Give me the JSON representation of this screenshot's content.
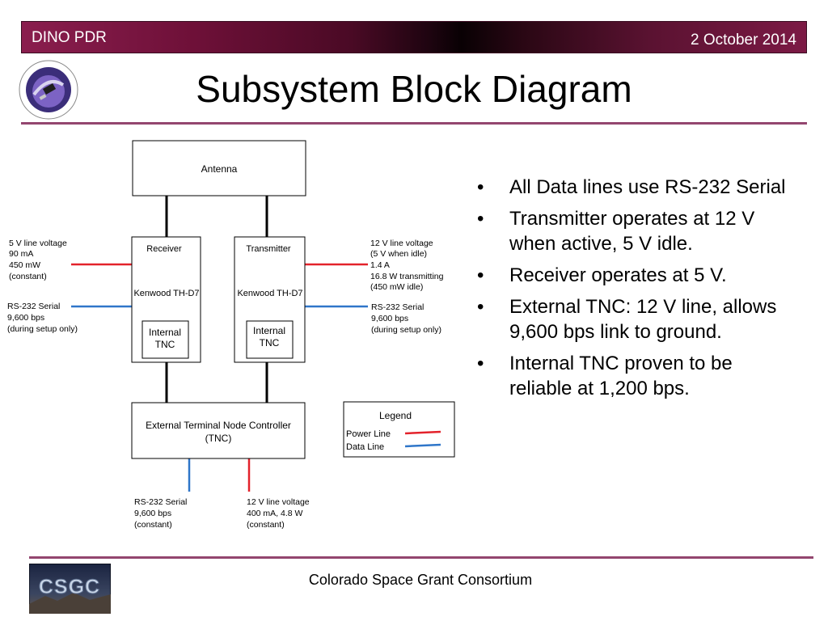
{
  "header": {
    "left_label": "DINO PDR",
    "date": "2 October 2014"
  },
  "title": "Subsystem Block Diagram",
  "diagram": {
    "antenna": "Antenna",
    "receiver": {
      "label": "Receiver",
      "model": "Kenwood TH-D7",
      "tnc": [
        "Internal",
        "TNC"
      ]
    },
    "transmitter": {
      "label": "Transmitter",
      "model": "Kenwood TH-D7",
      "tnc": [
        "Internal",
        "TNC"
      ]
    },
    "external_tnc": [
      "External Terminal Node Controller",
      "(TNC)"
    ],
    "receiver_power": [
      "5 V line voltage",
      "90 mA",
      "450 mW",
      "(constant)"
    ],
    "receiver_data": [
      "RS-232 Serial",
      "9,600 bps",
      "(during setup only)"
    ],
    "transmitter_power": [
      "12 V line voltage",
      "(5 V when idle)",
      "1.4 A",
      "16.8 W transmitting",
      "(450 mW idle)"
    ],
    "transmitter_data": [
      "RS-232 Serial",
      "9,600 bps",
      "(during setup only)"
    ],
    "tnc_data": [
      "RS-232 Serial",
      "9,600 bps",
      "(constant)"
    ],
    "tnc_power": [
      "12 V line voltage",
      "400 mA, 4.8 W",
      "(constant)"
    ],
    "legend": {
      "title": "Legend",
      "power": "Power Line",
      "data": "Data Line"
    },
    "colors": {
      "power_line": "#e3222b",
      "data_line": "#2f76c9",
      "box_border": "#000000"
    }
  },
  "bullets": [
    "All Data lines use RS-232 Serial",
    "Transmitter operates at 12 V when active, 5 V idle.",
    "Receiver operates at 5 V.",
    "External TNC: 12 V line, allows 9,600 bps link to ground.",
    "Internal TNC proven to be reliable at 1,200 bps."
  ],
  "footer": "Colorado Space Grant Consortium",
  "logos": {
    "top_left": "DINO mission patch",
    "bottom_left": "CSGC"
  },
  "colors": {
    "header_accent": "#7c1a45",
    "rule": "#93466f"
  }
}
